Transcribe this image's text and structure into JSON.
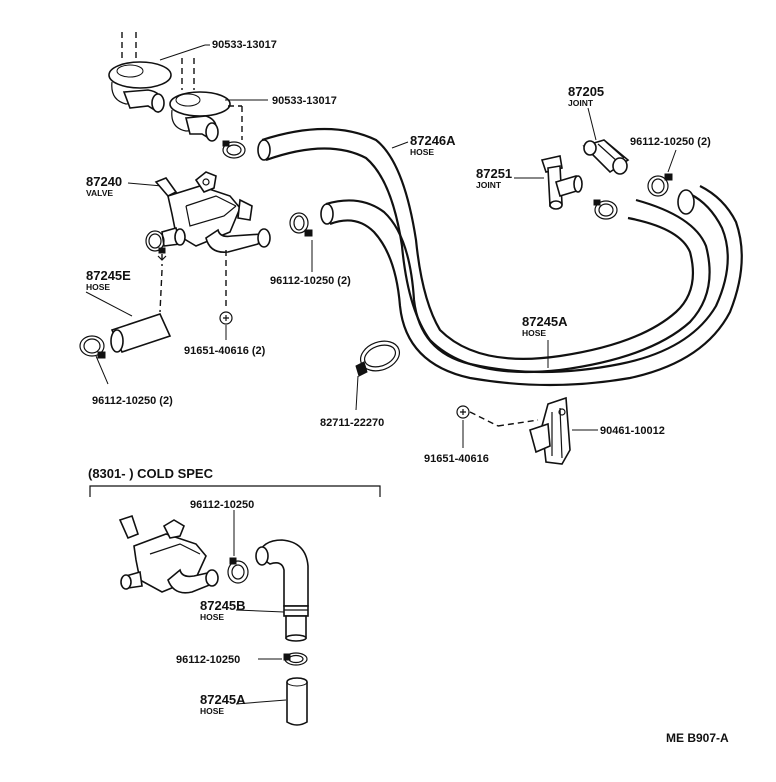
{
  "labels": {
    "grommet_top": "90533-13017",
    "grommet_second": "90533-13017",
    "joint_87205_no": "87205",
    "joint_87205_name": "JOINT",
    "clamp_upper_right": "96112-10250 (2)",
    "hose_87246a_no": "87246A",
    "hose_87246a_name": "HOSE",
    "valve_no": "87240",
    "valve_name": "VALVE",
    "joint_87251_no": "87251",
    "joint_87251_name": "JOINT",
    "hose_87245e_no": "87245E",
    "hose_87245e_name": "HOSE",
    "clamp_middle": "96112-10250 (2)",
    "hose_87245a_no": "87245A",
    "hose_87245a_name": "HOSE",
    "screw_left": "91651-40616 (2)",
    "clamp_lower_left": "96112-10250 (2)",
    "band_clamp": "82711-22270",
    "bracket": "90461-10012",
    "screw_right": "91651-40616"
  },
  "cold_spec": {
    "title": "(8301-        ) COLD SPEC",
    "clamp_top": "96112-10250",
    "hose_87245b_no": "87245B",
    "hose_87245b_name": "HOSE",
    "clamp_bottom": "96112-10250",
    "hose_87245a_no": "87245A",
    "hose_87245a_name": "HOSE"
  },
  "footer": {
    "ref_code": "ME  B907-A"
  }
}
